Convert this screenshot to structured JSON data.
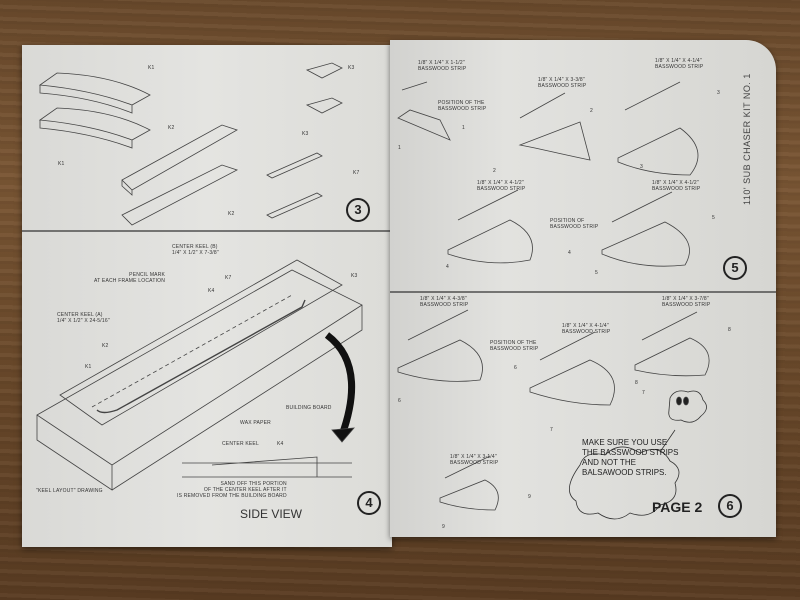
{
  "left_page": {
    "step3": {
      "number": "3",
      "labels": [
        "K1",
        "K1",
        "K2",
        "K2",
        "K3",
        "K3",
        "K7"
      ]
    },
    "step4": {
      "number": "4",
      "labels": {
        "center_keel_b": "CENTER KEEL (B)\n1/4\" X 1/2\" X 7-3/8\"",
        "pencil_mark": "PENCIL MARK\nAT EACH FRAME LOCATION",
        "k7": "K7",
        "k4": "K4",
        "k3": "K3",
        "center_keel_a": "CENTER KEEL (A)\n1/4\" X 1/2\" X 24-5/16\"",
        "k2": "K2",
        "k1": "K1",
        "building_board": "BUILDING BOARD",
        "wax_paper": "WAX PAPER",
        "keel_layout": "\"KEEL LAYOUT\" DRAWING",
        "center_keel": "CENTER KEEL",
        "k4_side": "K4",
        "sand_off": "SAND OFF THIS PORTION\nOF THE CENTER KEEL AFTER IT\nIS REMOVED FROM THE BUILDING BOARD"
      },
      "side_view": "SIDE VIEW"
    }
  },
  "right_page": {
    "vertical_title": "110' SUB CHASER  KIT NO. 1",
    "step5": {
      "number": "5",
      "labels": {
        "strip1": "1/8\" X 1/4\" X 1-1/2\"\nBASSWOOD STRIP",
        "pos1": "POSITION OF THE\nBASSWOOD STRIP",
        "f1a": "1",
        "f1b": "1",
        "strip2": "1/8\" X 1/4\" X 3-3/8\"\nBASSWOOD STRIP",
        "f2a": "2",
        "f2b": "2",
        "strip3": "1/8\" X 1/4\" X 4-1/4\"\nBASSWOOD STRIP",
        "f3a": "3",
        "f3b": "3",
        "strip4": "1/8\" X 1/4\" X 4-1/2\"\nBASSWOOD STRIP",
        "pos4": "POSITION OF\nBASSWOOD STRIP",
        "f4a": "4",
        "f4b": "4",
        "strip5": "1/8\" X 1/4\" X 4-1/2\"\nBASSWOOD STRIP",
        "f5a": "5",
        "f5b": "5"
      }
    },
    "step6": {
      "number": "6",
      "labels": {
        "strip6": "1/8\" X 1/4\" X 4-3/8\"\nBASSWOOD STRIP",
        "pos6": "POSITION OF THE\nBASSWOOD STRIP",
        "f6a": "6",
        "f6b": "6",
        "strip7": "1/8\" X 1/4\" X 4-1/4\"\nBASSWOOD STRIP",
        "f7a": "7",
        "f7b": "7",
        "strip8": "1/8\" X 1/4\" X 3-7/8\"\nBASSWOOD STRIP",
        "f8a": "8",
        "f8b": "8",
        "strip9": "1/8\" X 1/4\" X 3-1/4\"\nBASSWOOD STRIP",
        "f9a": "9",
        "f9b": "9"
      },
      "bubble": "MAKE SURE YOU USE\nTHE BASSWOOD STRIPS\nAND NOT THE\nBALSAWOOD STRIPS."
    },
    "page_label": "PAGE 2"
  }
}
